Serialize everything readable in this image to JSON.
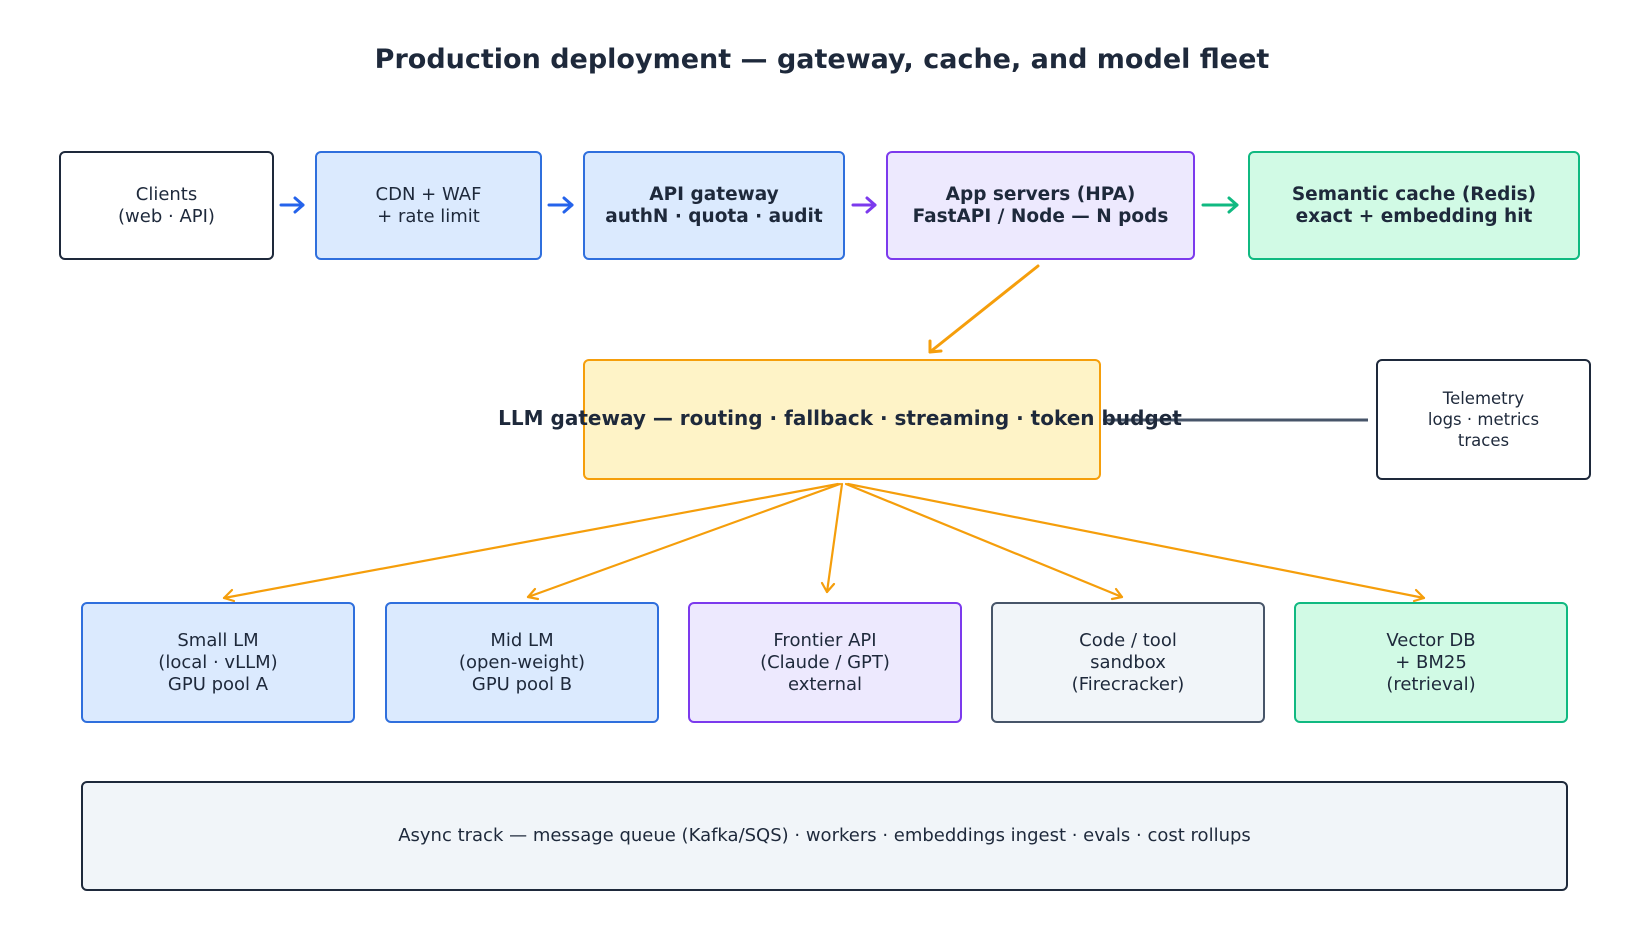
{
  "title": "Production deployment — gateway, cache, and model fleet",
  "colors": {
    "dark": "#1e293b",
    "blue": "#2f6fdd",
    "blue_fill": "#dbeafe",
    "purple": "#7c3aed",
    "purple_fill": "#ede9fe",
    "green": "#10b981",
    "green_fill": "#d1fae5",
    "orange": "#f59e0b",
    "orange_fill": "#fef3c7",
    "slate": "#475569",
    "slate_fill": "#f1f5f9"
  },
  "top_row": {
    "clients": [
      "Clients",
      "(web · API)"
    ],
    "cdn": [
      "CDN + WAF",
      "+ rate limit"
    ],
    "api_gateway": [
      "API gateway",
      "authN · quota · audit"
    ],
    "app_servers": [
      "App servers (HPA)",
      "FastAPI / Node — N pods"
    ],
    "semantic_cache": [
      "Semantic cache (Redis)",
      "exact + embedding hit"
    ]
  },
  "llm_gateway": "LLM gateway — routing · fallback · streaming · token budget",
  "telemetry": [
    "Telemetry",
    "logs · metrics",
    "traces"
  ],
  "backends": {
    "small_lm": [
      "Small LM",
      "(local · vLLM)",
      "GPU pool A"
    ],
    "mid_lm": [
      "Mid LM",
      "(open-weight)",
      "GPU pool B"
    ],
    "frontier_api": [
      "Frontier API",
      "(Claude / GPT)",
      "external"
    ],
    "code_sandbox": [
      "Code / tool",
      "sandbox",
      "(Firecracker)"
    ],
    "vector_db": [
      "Vector DB",
      "+ BM25",
      "(retrieval)"
    ]
  },
  "async_track": "Async track — message queue (Kafka/SQS) · workers · embeddings ingest · evals · cost rollups"
}
